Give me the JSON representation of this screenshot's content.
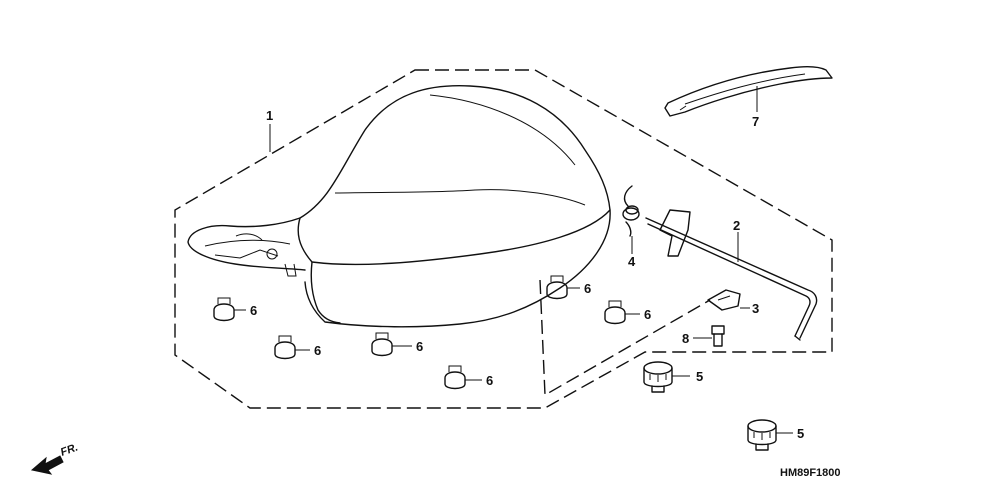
{
  "diagram_code": "HM89F1800",
  "direction_label": "FR.",
  "callouts": {
    "c1": "1",
    "c2": "2",
    "c3": "3",
    "c4": "4",
    "c5": "5",
    "c6": "6",
    "c7": "7",
    "c8": "8"
  },
  "colors": {
    "line": "#111111",
    "background": "#ffffff"
  },
  "parts": [
    {
      "ref": "1",
      "name": "seat-assembly"
    },
    {
      "ref": "2",
      "name": "seat-lock-rod"
    },
    {
      "ref": "3",
      "name": "clip"
    },
    {
      "ref": "4",
      "name": "spring"
    },
    {
      "ref": "5",
      "name": "seat-cushion-rubber"
    },
    {
      "ref": "6",
      "name": "seat-grommet"
    },
    {
      "ref": "7",
      "name": "seat-strap"
    },
    {
      "ref": "8",
      "name": "bolt"
    }
  ]
}
